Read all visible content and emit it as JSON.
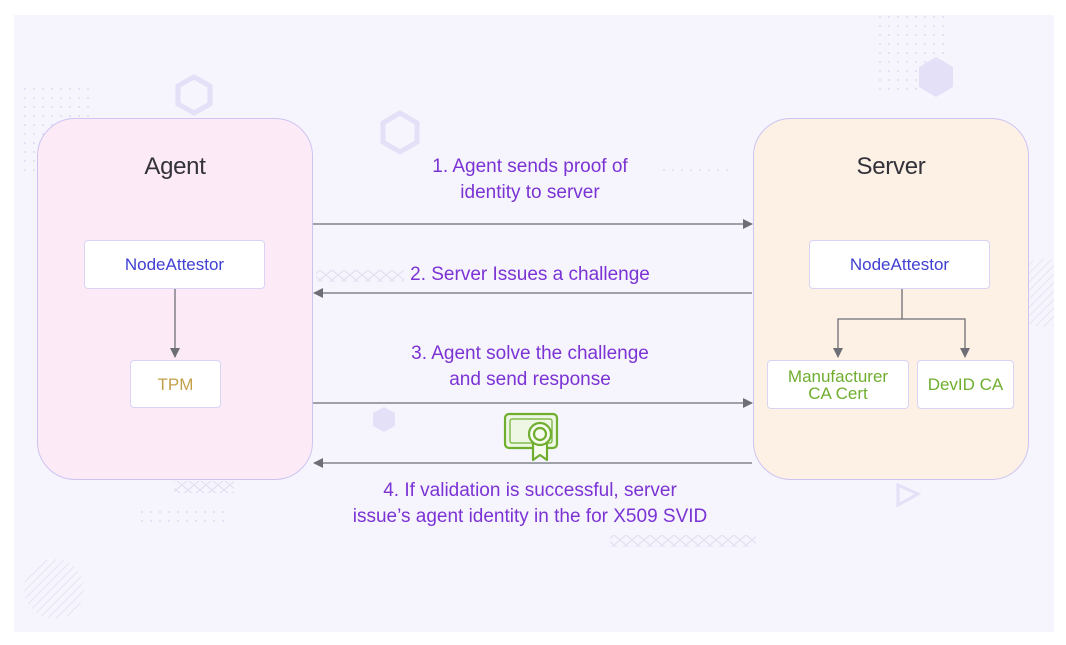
{
  "agent": {
    "title": "Agent",
    "node_attestor": "NodeAttestor",
    "tpm": "TPM"
  },
  "server": {
    "title": "Server",
    "node_attestor": "NodeAttestor",
    "manufacturer_ca": "Manufacturer\nCA Cert",
    "devid_ca": "DevID CA"
  },
  "steps": [
    {
      "text": "1. Agent sends proof of\nidentity to server",
      "direction": "agent-to-server"
    },
    {
      "text": "2. Server Issues a challenge",
      "direction": "server-to-agent"
    },
    {
      "text": "3. Agent solve the challenge\nand send response",
      "direction": "agent-to-server"
    },
    {
      "text": "4. If validation is successful, server\nissue’s agent identity in the for X509 SVID",
      "direction": "server-to-agent"
    }
  ],
  "icons": {
    "certificate": "certificate-icon"
  },
  "colors": {
    "step_text": "#7b33d4",
    "node_attestor": "#3f3fd2",
    "tpm": "#c2a049",
    "ca": "#6fae2f",
    "agent_bg": "#fceaf6",
    "server_bg": "#fdf1e6",
    "arrow": "#6e6e76"
  }
}
